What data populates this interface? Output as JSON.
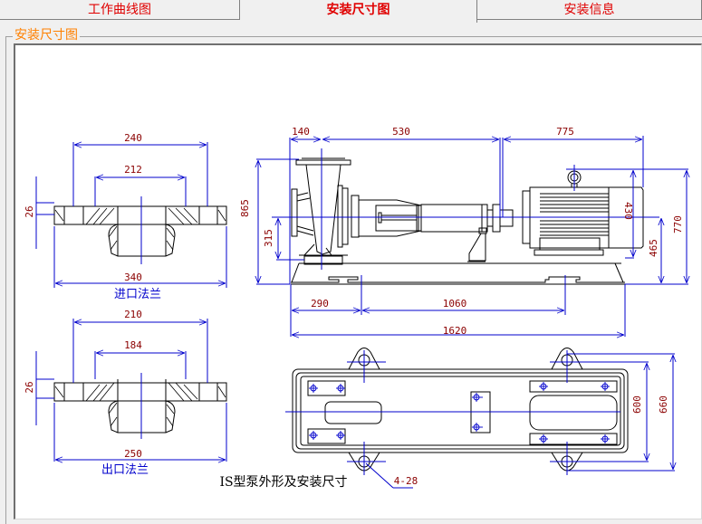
{
  "tabs": [
    {
      "label": "工作曲线图",
      "active": false
    },
    {
      "label": "安装尺寸图",
      "active": true
    },
    {
      "label": "安装信息",
      "active": false
    }
  ],
  "group": {
    "title": "安装尺寸图"
  },
  "colors": {
    "tab_text": "#e00000",
    "group_title": "#ff8000",
    "dim_line": "#0000cc",
    "dim_text": "#8b0000"
  },
  "drawing": {
    "inlet_flange": {
      "label": "进口法兰",
      "dims": {
        "bolt_circle": "240",
        "raised_face": "212",
        "outer": "340",
        "thickness": "26"
      }
    },
    "outlet_flange": {
      "label": "出口法兰",
      "dims": {
        "bolt_circle": "210",
        "raised_face": "184",
        "outer": "250",
        "thickness": "26"
      }
    },
    "side_view": {
      "dims": {
        "suction_offset": "140",
        "pump_length": "530",
        "motor_length": "775",
        "total_height": "865",
        "shaft_height": "315",
        "motor_height": "430",
        "motor_shaft_height": "465",
        "motor_total_height": "770",
        "base_to_bolt": "290",
        "bolt_spacing": "1060",
        "base_length": "1620"
      }
    },
    "plan_view": {
      "dims": {
        "bolt_width": "600",
        "base_width": "660",
        "bolt_holes": "4-28"
      }
    },
    "caption": "IS型泵外形及安装尺寸"
  }
}
